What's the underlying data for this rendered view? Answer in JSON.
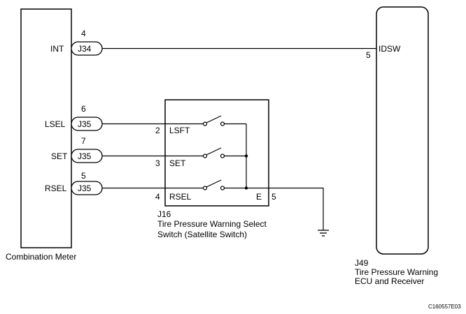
{
  "meter": {
    "caption": "Combination Meter",
    "pins": [
      {
        "name": "INT",
        "connector": "J34",
        "pin": "4"
      },
      {
        "name": "LSEL",
        "connector": "J35",
        "pin": "6"
      },
      {
        "name": "SET",
        "connector": "J35",
        "pin": "7"
      },
      {
        "name": "RSEL",
        "connector": "J35",
        "pin": "5"
      }
    ]
  },
  "switch": {
    "id": "J16",
    "caption_line1": "Tire Pressure Warning Select",
    "caption_line2": "Switch (Satellite Switch)",
    "terminals": [
      {
        "pin": "2",
        "name": "LSFT"
      },
      {
        "pin": "3",
        "name": "SET"
      },
      {
        "pin": "4",
        "name": "RSEL"
      }
    ],
    "ground_terminal": {
      "name": "E",
      "pin": "5"
    }
  },
  "ecu": {
    "id": "J49",
    "caption_line1": "Tire Pressure Warning",
    "caption_line2": "ECU and Receiver",
    "terminal": {
      "name": "IDSW",
      "pin": "5"
    }
  },
  "figure_code": "C160557E03"
}
